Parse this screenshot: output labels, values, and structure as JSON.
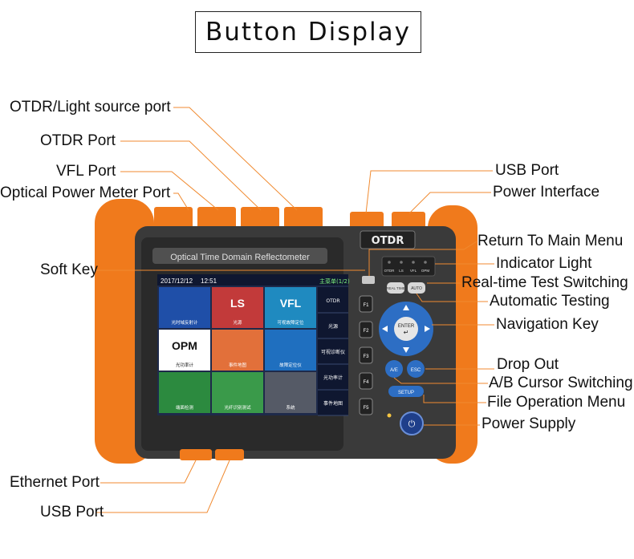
{
  "title": "Button Display",
  "device": {
    "brand_label": "OTDR",
    "panel_label": "Optical Time Domain Reflectometer",
    "screen": {
      "date": "2017/12/12",
      "time": "12:51",
      "menu_label": "主菜单(1/2)",
      "tiles": [
        {
          "big": "",
          "caption": "光时域反射计"
        },
        {
          "big": "LS",
          "caption": "光源"
        },
        {
          "big": "VFL",
          "caption": "可视故障定位"
        },
        {
          "big": "OPM",
          "caption": "光功率计"
        },
        {
          "big": "",
          "caption": "事件地图"
        },
        {
          "big": "",
          "caption": "故障定位仪"
        },
        {
          "big": "",
          "caption": "端面检测"
        },
        {
          "big": "",
          "caption": "光纤识别测试"
        },
        {
          "big": "",
          "caption": "系统"
        }
      ],
      "side_menu": [
        "OTDR",
        "光源",
        "可视诊断仪",
        "光功率计",
        "事件地图"
      ]
    },
    "indicators": [
      "OTDR",
      "LS",
      "VFL",
      "OPM"
    ],
    "f_keys": [
      "F1",
      "F2",
      "F3",
      "F4",
      "F5"
    ],
    "buttons": {
      "realtime": "REAL TIME",
      "auto": "AUTO",
      "enter": "ENTER",
      "ae": "A/E",
      "esc": "ESC",
      "setup": "SETUP"
    }
  },
  "callouts_left": [
    "OTDR/Light source port",
    "OTDR Port",
    "VFL Port",
    "Optical Power Meter Port",
    "Soft Key",
    "Ethernet Port",
    "USB Port"
  ],
  "callouts_right": [
    "USB Port",
    "Power Interface",
    "Return To Main Menu",
    "Indicator Light",
    "Real-time Test Switching",
    "Automatic Testing",
    "Navigation Key",
    "Drop Out",
    "A/B Cursor Switching",
    "File Operation Menu",
    "Power  Supply"
  ],
  "colors": {
    "orange": "#f07a1c",
    "device_dark": "#3a3a3a",
    "callout_line": "#f08a30",
    "screen_bg": "#1e2a4a"
  }
}
